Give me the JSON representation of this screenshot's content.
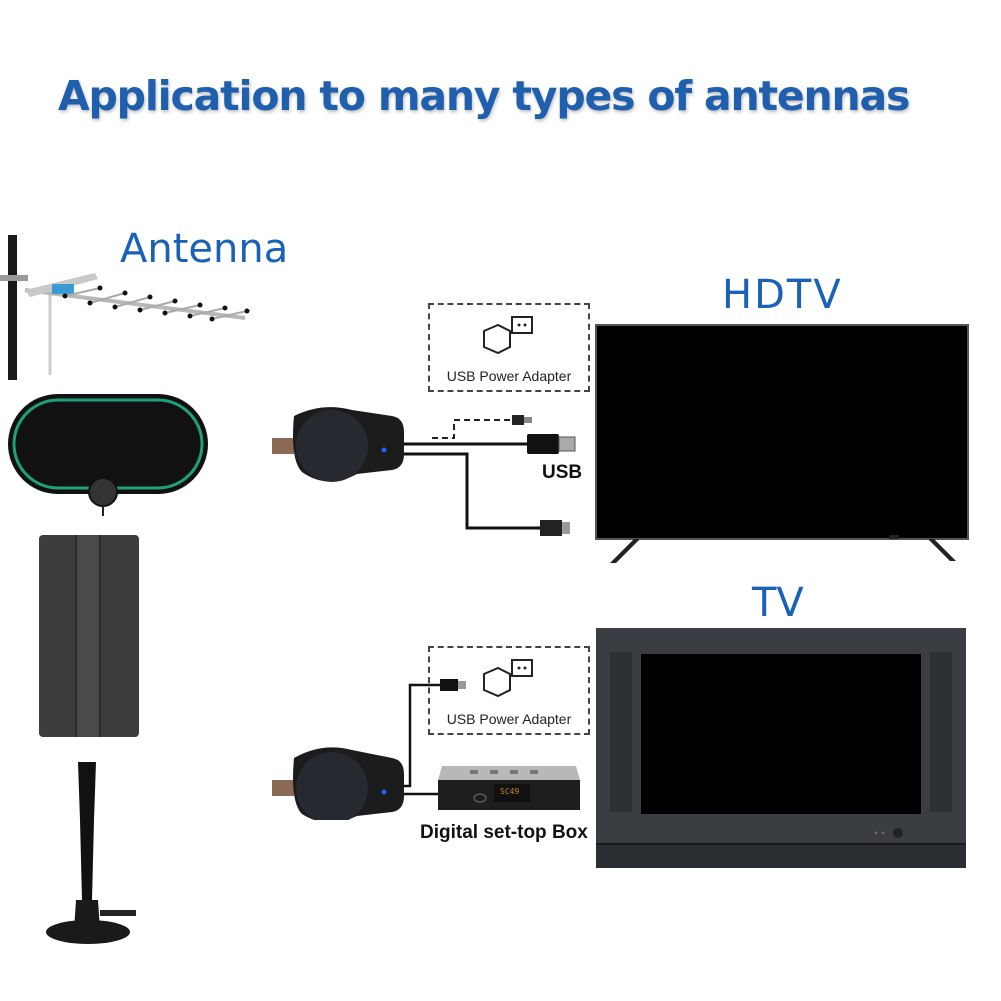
{
  "title": "Application to many types of antennas",
  "antenna_section": {
    "label": "Antenna",
    "items": [
      {
        "name": "outdoor-yagi-antenna"
      },
      {
        "name": "flat-indoor-antenna",
        "accent_color": "#1ea07a"
      },
      {
        "name": "panel-antenna"
      },
      {
        "name": "magnetic-base-antenna"
      }
    ]
  },
  "hdtv_section": {
    "label": "HDTV",
    "adapter_label": "USB Power Adapter",
    "usb_label": "USB"
  },
  "tv_section": {
    "label": "TV",
    "adapter_label": "USB Power Adapter",
    "settop_label": "Digital set-top Box",
    "settop_display": "SC49"
  },
  "colors": {
    "title_blue": "#1f5fae",
    "label_blue": "#1a62b8",
    "led_blue": "#2a5cff"
  }
}
